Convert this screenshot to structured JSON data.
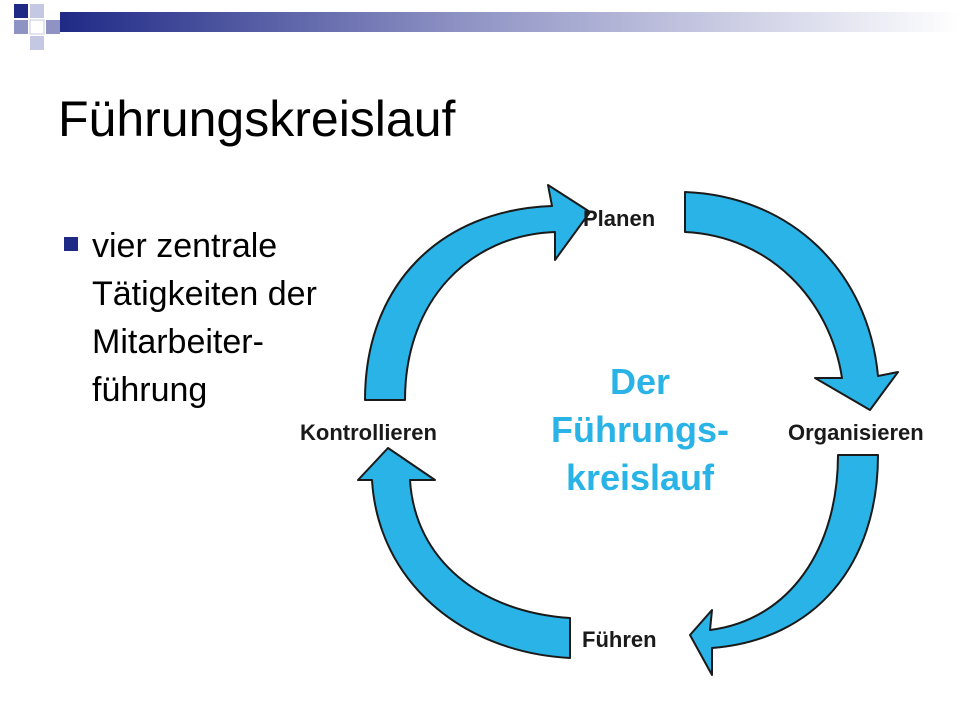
{
  "slide": {
    "title": "Führungskreislauf",
    "bullets": [
      {
        "lines": [
          "vier zentrale",
          "Tätigkeiten der",
          "Mitarbeiter-",
          "führung"
        ]
      }
    ]
  },
  "diagram": {
    "center_lines": [
      "Der",
      "Führungs-",
      "kreislauf"
    ],
    "nodes": {
      "top": "Planen",
      "right": "Organisieren",
      "bottom": "Führen",
      "left": "Kontrollieren"
    },
    "arrow_color": "#29b3e6",
    "arrow_outline": "#1a1a1a",
    "center_color": "#29b3e6"
  },
  "theme": {
    "accent": "#1f2a86"
  }
}
